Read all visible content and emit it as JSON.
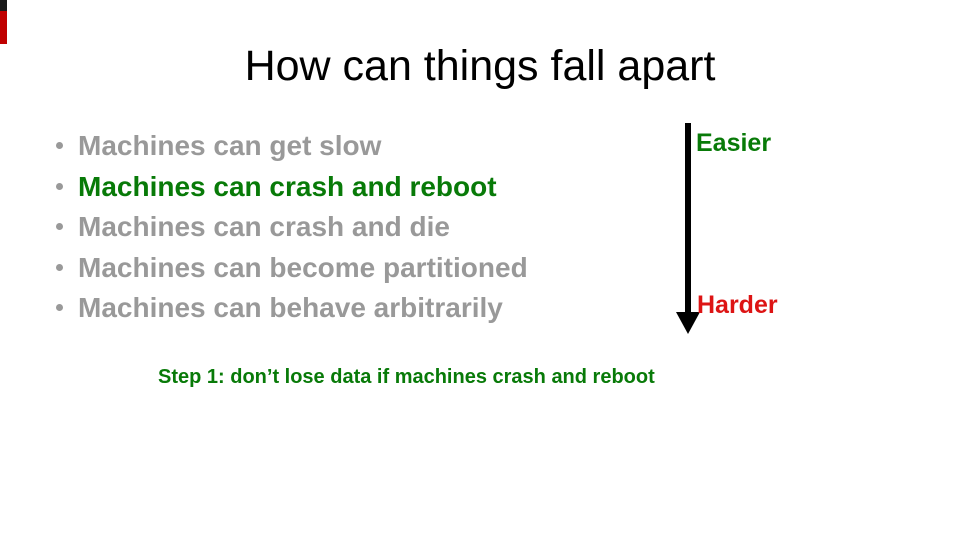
{
  "slide": {
    "title": "How can things fall apart",
    "bullets": [
      {
        "label": "Machines can get slow",
        "tone": "muted"
      },
      {
        "label": "Machines can crash and reboot",
        "tone": "highlight"
      },
      {
        "label": "Machines can crash and die",
        "tone": "muted"
      },
      {
        "label": "Machines can become partitioned",
        "tone": "muted"
      },
      {
        "label": "Machines can behave arbitrarily",
        "tone": "muted"
      }
    ],
    "difficulty_scale": {
      "top_label": "Easier",
      "bottom_label": "Harder",
      "arrow_direction": "down"
    },
    "footnote": "Step 1: don’t lose data if machines crash and reboot",
    "colors": {
      "title_text": "#000000",
      "muted_gray": "#999999",
      "highlight_green": "#087a08",
      "easier_green": "#087a08",
      "harder_red": "#dd1414",
      "arrow_black": "#000000",
      "corner_marker_red": "#c00000",
      "corner_marker_black": "#1a1a1a"
    }
  }
}
